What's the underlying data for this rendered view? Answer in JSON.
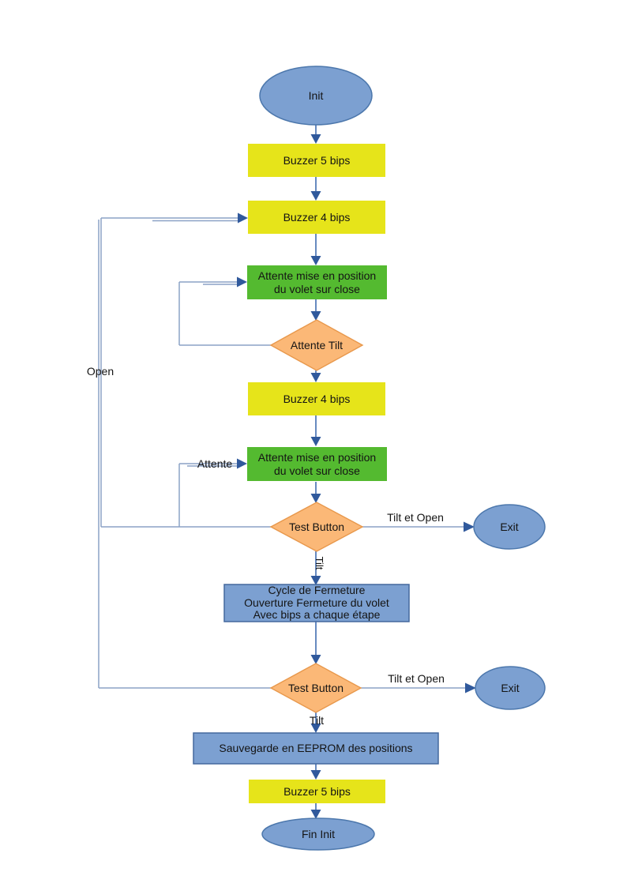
{
  "diagram": {
    "type": "flowchart",
    "background": "#ffffff",
    "colors": {
      "terminator_fill": "#7ca0d1",
      "terminator_stroke": "#4c77ac",
      "process_yellow": "#e6e41a",
      "process_green": "#54ba30",
      "process_blue_fill": "#7ca0d1",
      "process_blue_stroke": "#44699d",
      "decision_fill": "#fbb877",
      "decision_stroke": "#e8984c",
      "connector_line": "#8ba2c6",
      "arrow_stem": "#4c76b5",
      "arrow_head": "#30599c",
      "text": "#141414"
    },
    "nodes": {
      "init": {
        "shape": "ellipse",
        "label": "Init"
      },
      "buzzer5_top": {
        "shape": "process",
        "label": "Buzzer 5 bips"
      },
      "buzzer4_top": {
        "shape": "process",
        "label": "Buzzer 4 bips"
      },
      "attente_pos_1": {
        "shape": "process",
        "line1": "Attente mise en position",
        "line2": "du volet sur close"
      },
      "attente_tilt": {
        "shape": "decision",
        "label": "Attente Tilt"
      },
      "buzzer4_mid": {
        "shape": "process",
        "label": "Buzzer 4 bips"
      },
      "attente_pos_2": {
        "shape": "process",
        "line1": "Attente mise en position",
        "line2": "du volet sur close"
      },
      "test_button_1": {
        "shape": "decision",
        "label": "Test Button"
      },
      "exit_1": {
        "shape": "ellipse",
        "label": "Exit"
      },
      "cycle": {
        "shape": "process",
        "line1": "Cycle de Fermeture",
        "line2": "Ouverture Fermeture du volet",
        "line3": "Avec bips a chaque étape"
      },
      "test_button_2": {
        "shape": "decision",
        "label": "Test Button"
      },
      "exit_2": {
        "shape": "ellipse",
        "label": "Exit"
      },
      "eeprom": {
        "shape": "process",
        "label": "Sauvegarde en EEPROM des positions"
      },
      "buzzer5_bottom": {
        "shape": "process",
        "label": "Buzzer 5 bips"
      },
      "fin_init": {
        "shape": "ellipse",
        "label": "Fin Init"
      }
    },
    "edge_labels": {
      "open": "Open",
      "attente": "Attente",
      "tilt_et_open_1": "Tilt et Open",
      "tilt_vertical": "Tilt",
      "tilt_et_open_2": "Tilt et Open",
      "tilt_2": "Tilt"
    }
  }
}
